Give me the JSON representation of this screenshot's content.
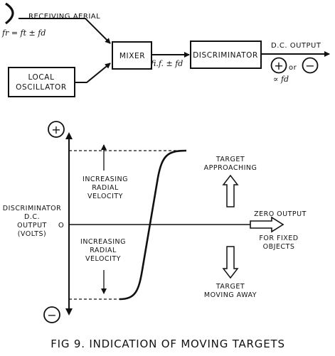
{
  "figure": {
    "caption": "FIG 9.  INDICATION OF MOVING TARGETS"
  },
  "block_diagram": {
    "receiving_aerial": "RECEIVING AERIAL",
    "received_freq": "fr = ft ± fd",
    "mixer": "MIXER",
    "local_oscillator": [
      "LOCAL",
      "OSCILLATOR"
    ],
    "if_freq": "fi.f. ± fd",
    "discriminator": "DISCRIMINATOR",
    "dc_output": "D.C. OUTPUT",
    "plus_symbol": "+",
    "or_text": "or",
    "minus_symbol": "−",
    "proportional": "∝ fd"
  },
  "graph": {
    "y_label": [
      "DISCRIMINATOR",
      "D.C.",
      "OUTPUT",
      "(VOLTS)"
    ],
    "zero_label": "O",
    "plus_symbol": "+",
    "minus_symbol": "−",
    "upper_velocity_label": [
      "INCREASING",
      "RADIAL",
      "VELOCITY"
    ],
    "lower_velocity_label": [
      "INCREASING",
      "RADIAL",
      "VELOCITY"
    ],
    "approaching_label": [
      "TARGET",
      "APPROACHING"
    ],
    "moving_away_label": [
      "TARGET",
      "MOVING AWAY"
    ],
    "zero_output_label": [
      "ZERO OUTPUT",
      "FOR FIXED",
      "OBJECTS"
    ]
  }
}
